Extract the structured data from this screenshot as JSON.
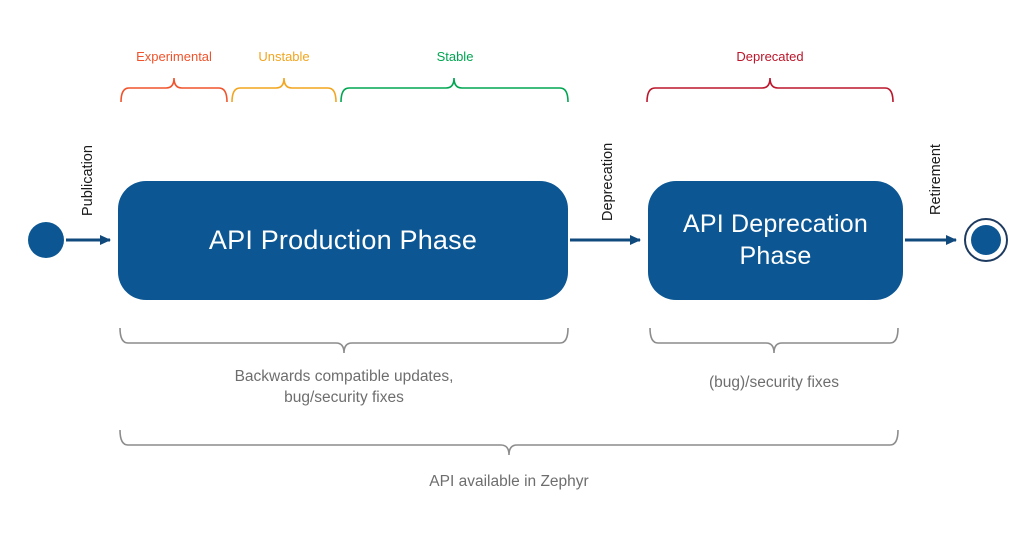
{
  "colors": {
    "phase_fill": "#0C5793",
    "phase_text": "#FFFFFF",
    "arrow": "#10497C",
    "start_node": "#0C5793",
    "end_node_fill": "#0C5793",
    "end_node_ring": "#1D3B60",
    "caption_brace": "#8C8C8C",
    "caption_text": "#6E6E6E",
    "transition_text": "#1A1A1A"
  },
  "stages": [
    {
      "label": "Experimental",
      "color": "#F0532B"
    },
    {
      "label": "Unstable",
      "color": "#F2A51F"
    },
    {
      "label": "Stable",
      "color": "#00A551"
    },
    {
      "label": "Deprecated",
      "color": "#BB162B"
    }
  ],
  "phases": {
    "production": "API Production Phase",
    "deprecation": "API Deprecation Phase"
  },
  "transitions": {
    "publication": "Publication",
    "deprecation": "Deprecation",
    "retirement": "Retirement"
  },
  "captions": {
    "production": "Backwards compatible updates,\nbug/security fixes",
    "deprecation": "(bug)/security fixes",
    "overall": "API available in Zephyr"
  }
}
